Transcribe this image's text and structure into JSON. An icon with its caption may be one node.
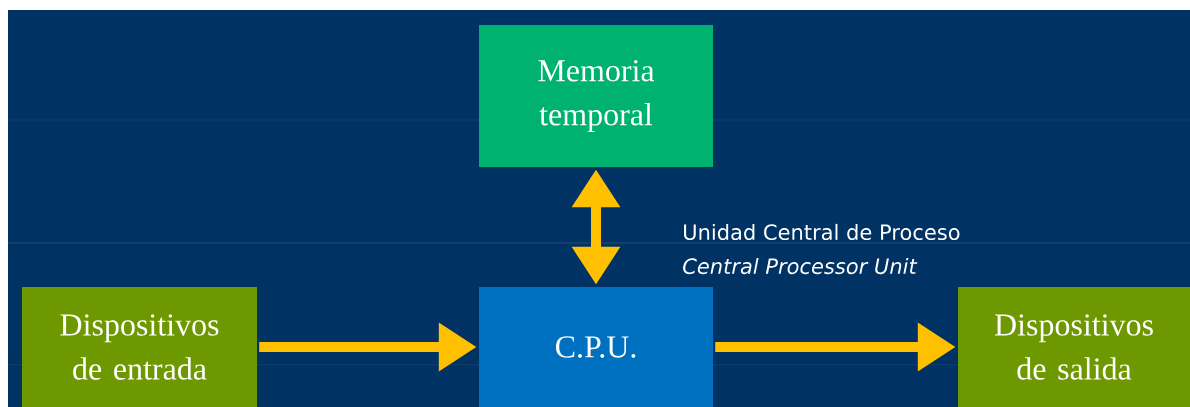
{
  "diagram": {
    "nodes": [
      {
        "text": [
          "Memoria temporal"
        ]
      },
      {
        "text": [
          "C.P.U."
        ],
        "beside": [
          "Unidad Central de Proceso",
          "Central Processor Unit"
        ]
      },
      {
        "text": [
          "Dispositivos de entrada"
        ]
      },
      {
        "text": [
          "Dispositivos de salida"
        ]
      }
    ],
    "edges": [
      {
        "from": 1,
        "to": 0,
        "arrow": "both"
      },
      {
        "from": 2,
        "to": 1,
        "arrow": "to"
      },
      {
        "from": 1,
        "to": 3,
        "arrow": "to"
      }
    ]
  }
}
